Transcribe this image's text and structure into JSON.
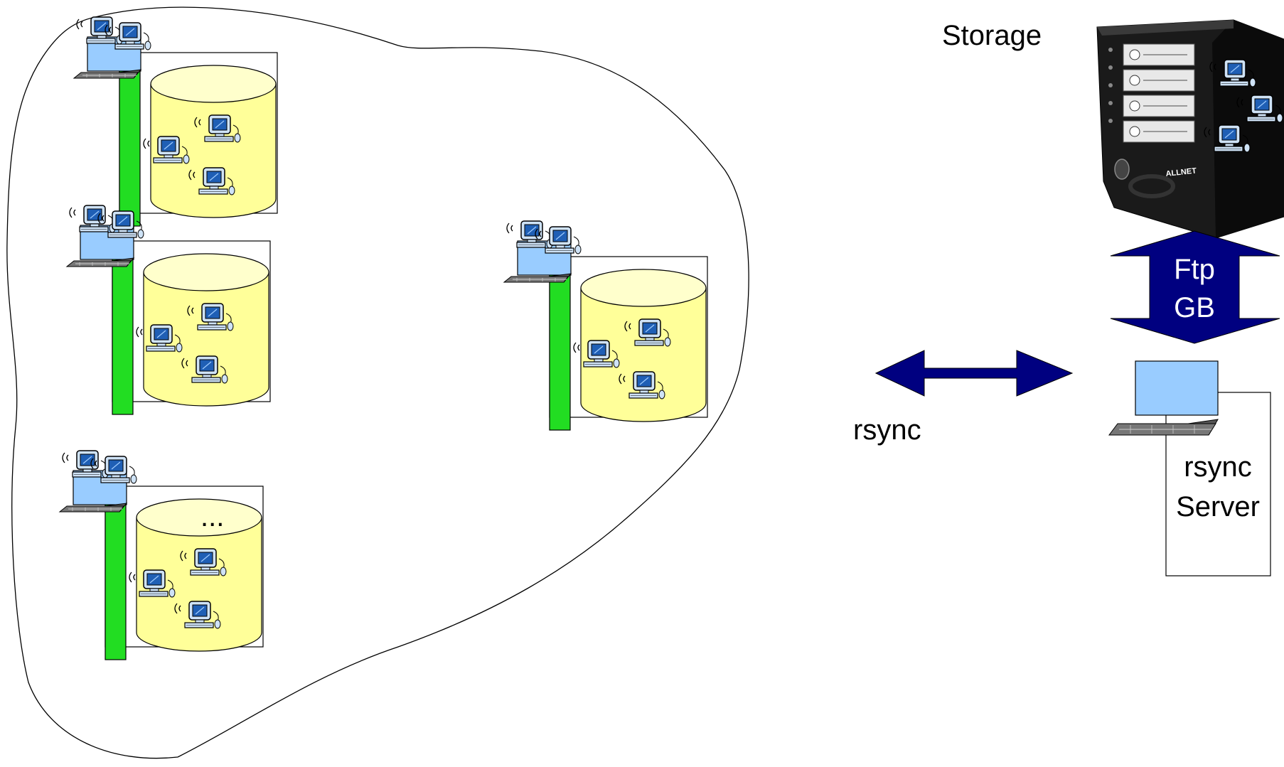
{
  "labels": {
    "storage": "Storage",
    "rsync": "rsync",
    "ellipsis": "...",
    "ftp_line1": "Ftp",
    "ftp_line2": "GB",
    "server_line1": "rsync",
    "server_line2": "Server",
    "nas_brand": "ALLNET"
  },
  "colors": {
    "cylinder_fill": "#ffff99",
    "cylinder_top": "#ffffcc",
    "green_bar": "#22dd22",
    "laptop_screen": "#99ccff",
    "arrow": "#000080",
    "nas_body": "#111111"
  },
  "icons": {
    "workstation": "workstation-icon",
    "laptop": "laptop-icon",
    "nas": "nas-storage-icon"
  }
}
